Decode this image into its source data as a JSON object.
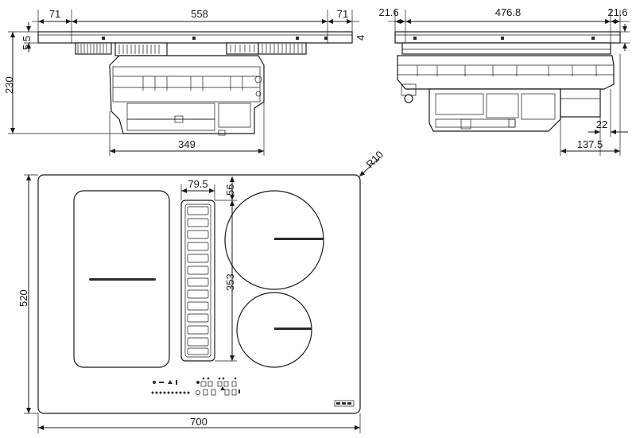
{
  "front_view": {
    "dim_left_margin": "71",
    "dim_width_top": "558",
    "dim_right_margin": "71",
    "dim_glass_thickness": "5.5",
    "dim_height": "230",
    "dim_base_width": "349"
  },
  "side_view": {
    "dim_left_margin": "21.6",
    "dim_width_top": "476.8",
    "dim_right_margin": "21.6",
    "dim_lip": "4",
    "dim_offset_small": "22",
    "dim_offset_large": "137.5"
  },
  "top_view": {
    "dim_corner_radius": "R10",
    "dim_vent_width": "79.5",
    "dim_vent_top_offset": "56",
    "dim_vent_height": "353",
    "dim_depth": "520",
    "dim_width": "700"
  },
  "colors": {
    "line": "#1a1a1a",
    "background": "#ffffff"
  }
}
